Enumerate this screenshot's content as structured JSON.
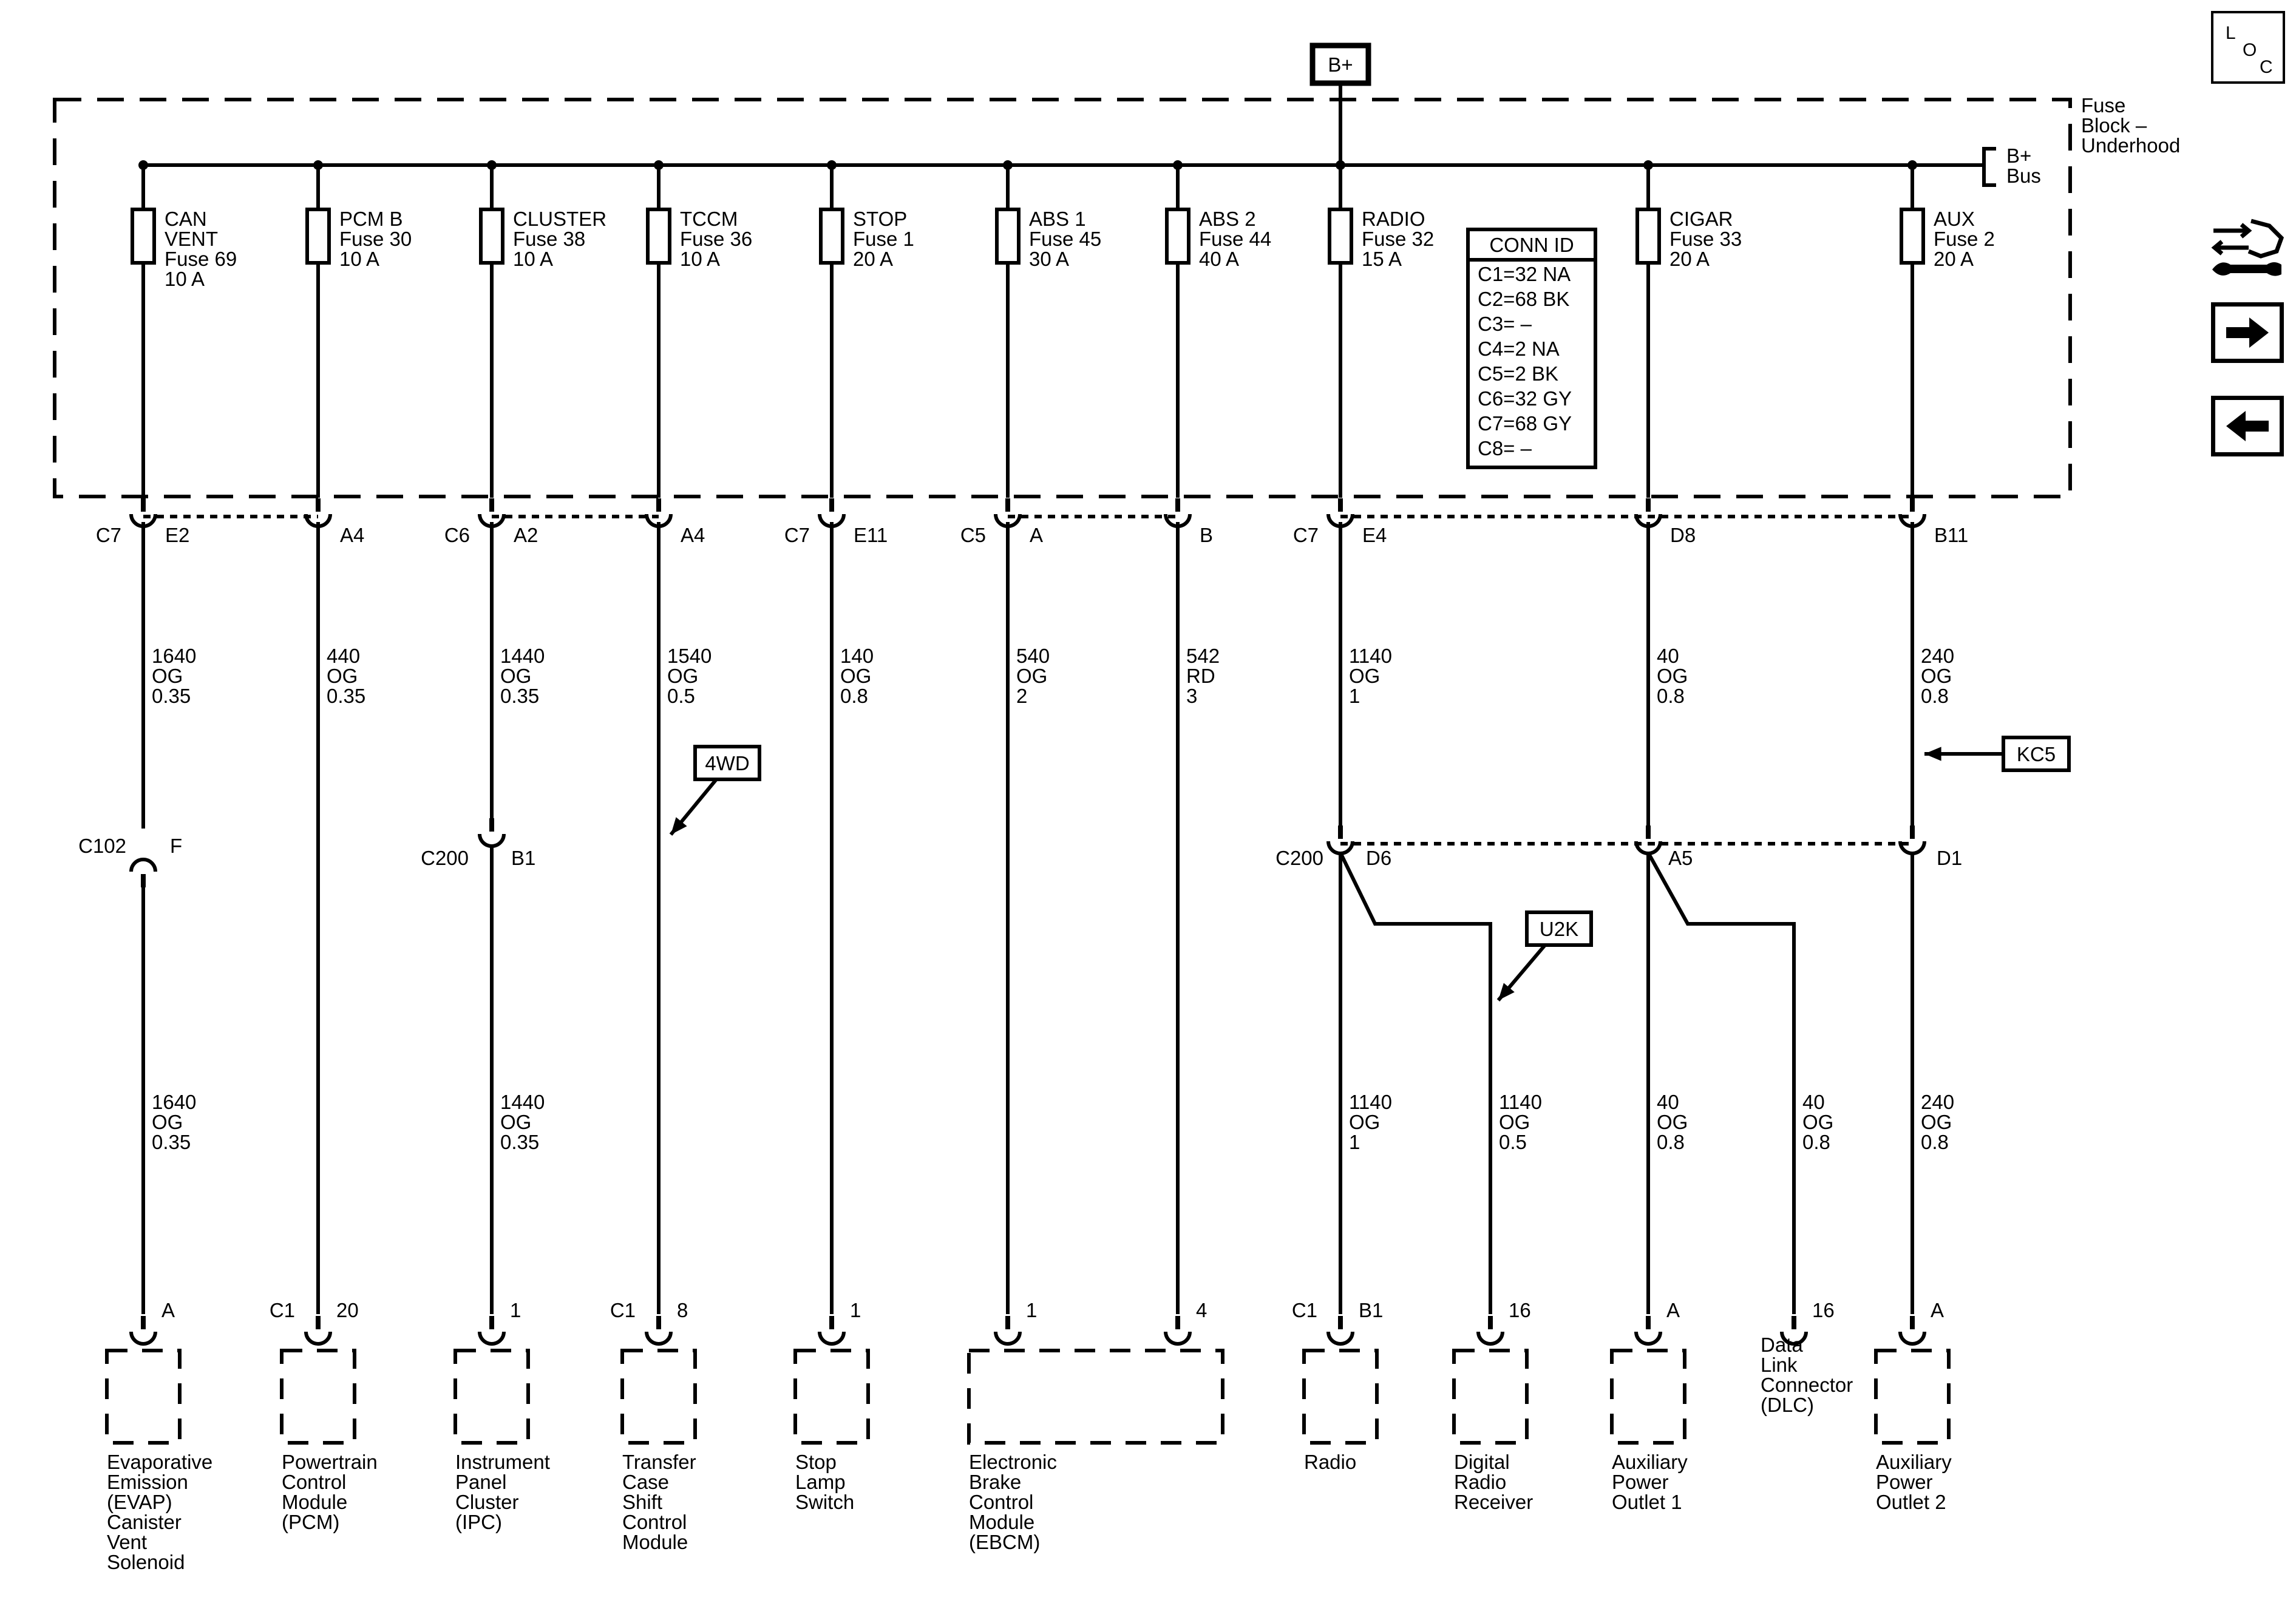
{
  "power_source": "B+",
  "fuse_block": {
    "label": [
      "Fuse",
      "Block –",
      "Underhood"
    ],
    "bus": [
      "B+",
      "Bus"
    ]
  },
  "conn_id": {
    "title": "CONN ID",
    "rows": [
      "C1=32 NA",
      "C2=68 BK",
      "C3= –",
      "C4=2 NA",
      "C5=2 BK",
      "C6=32 GY",
      "C7=68 GY",
      "C8= –"
    ]
  },
  "fuses": [
    {
      "lines": [
        "CAN",
        "VENT",
        "Fuse 69",
        "10 A"
      ]
    },
    {
      "lines": [
        "PCM B",
        "Fuse 30",
        "10 A"
      ]
    },
    {
      "lines": [
        "CLUSTER",
        "Fuse 38",
        "10 A"
      ]
    },
    {
      "lines": [
        "TCCM",
        "Fuse 36",
        "10 A"
      ]
    },
    {
      "lines": [
        "STOP",
        "Fuse 1",
        "20 A"
      ]
    },
    {
      "lines": [
        "ABS 1",
        "Fuse 45",
        "30 A"
      ]
    },
    {
      "lines": [
        "ABS 2",
        "Fuse 44",
        "40 A"
      ]
    },
    {
      "lines": [
        "RADIO",
        "Fuse 32",
        "15 A"
      ]
    },
    {
      "lines": [
        "CIGAR",
        "Fuse 33",
        "20 A"
      ]
    },
    {
      "lines": [
        "AUX",
        "Fuse 2",
        "20 A"
      ]
    }
  ],
  "fuse_block_pins": [
    {
      "conn": "C7",
      "pin": "E2"
    },
    {
      "conn": "",
      "pin": "A4"
    },
    {
      "conn": "C6",
      "pin": "A2"
    },
    {
      "conn": "",
      "pin": "A4"
    },
    {
      "conn": "C7",
      "pin": "E11"
    },
    {
      "conn": "C5",
      "pin": "A"
    },
    {
      "conn": "",
      "pin": "B"
    },
    {
      "conn": "C7",
      "pin": "E4"
    },
    {
      "conn": "",
      "pin": "D8"
    },
    {
      "conn": "",
      "pin": "B11"
    }
  ],
  "upper_wires": [
    [
      "1640",
      "OG",
      "0.35"
    ],
    [
      "440",
      "OG",
      "0.35"
    ],
    [
      "1440",
      "OG",
      "0.35"
    ],
    [
      "1540",
      "OG",
      "0.5"
    ],
    [
      "140",
      "OG",
      "0.8"
    ],
    [
      "540",
      "OG",
      "2"
    ],
    [
      "542",
      "RD",
      "3"
    ],
    [
      "1140",
      "OG",
      "1"
    ],
    [
      "40",
      "OG",
      "0.8"
    ],
    [
      "240",
      "OG",
      "0.8"
    ]
  ],
  "inline_connectors": [
    {
      "conn": "C102",
      "pin": "F"
    },
    {
      "conn": "C200",
      "pin": "B1"
    },
    {
      "conn": "C200",
      "pin": "D6"
    },
    {
      "conn": "",
      "pin": "A5"
    },
    {
      "conn": "",
      "pin": "D1"
    }
  ],
  "lower_wires": [
    [
      "1640",
      "OG",
      "0.35"
    ],
    [
      "1440",
      "OG",
      "0.35"
    ],
    [
      "1140",
      "OG",
      "1"
    ],
    [
      "1140",
      "OG",
      "0.5"
    ],
    [
      "40",
      "OG",
      "0.8"
    ],
    [
      "40",
      "OG",
      "0.8"
    ],
    [
      "240",
      "OG",
      "0.8"
    ]
  ],
  "options": [
    "4WD",
    "U2K",
    "KC5"
  ],
  "components": [
    {
      "conn": "",
      "pins": [
        "A"
      ],
      "name": [
        "Evaporative",
        "Emission",
        "(EVAP)",
        "Canister",
        "Vent",
        "Solenoid"
      ]
    },
    {
      "conn": "C1",
      "pins": [
        "20"
      ],
      "name": [
        "Powertrain",
        "Control",
        "Module",
        "(PCM)"
      ]
    },
    {
      "conn": "",
      "pins": [
        "1"
      ],
      "name": [
        "Instrument",
        "Panel",
        "Cluster",
        "(IPC)"
      ]
    },
    {
      "conn": "C1",
      "pins": [
        "8"
      ],
      "name": [
        "Transfer",
        "Case",
        "Shift",
        "Control",
        "Module"
      ]
    },
    {
      "conn": "",
      "pins": [
        "1"
      ],
      "name": [
        "Stop",
        "Lamp",
        "Switch"
      ]
    },
    {
      "conn": "",
      "pins": [
        "1",
        "4"
      ],
      "name": [
        "Electronic",
        "Brake",
        "Control",
        "Module",
        "(EBCM)"
      ]
    },
    {
      "conn": "C1",
      "pins": [
        "B1"
      ],
      "name": [
        "Radio"
      ]
    },
    {
      "conn": "",
      "pins": [
        "16"
      ],
      "name": [
        "Digital",
        "Radio",
        "Receiver"
      ]
    },
    {
      "conn": "",
      "pins": [
        "A"
      ],
      "name": [
        "Auxiliary",
        "Power",
        "Outlet 1"
      ]
    },
    {
      "conn": "",
      "pins": [
        "16"
      ],
      "name": [
        "Data",
        "Link",
        "Connector",
        "(DLC)"
      ]
    },
    {
      "conn": "",
      "pins": [
        "A"
      ],
      "name": [
        "Auxiliary",
        "Power",
        "Outlet 2"
      ]
    }
  ],
  "nav": {
    "loc": [
      "L",
      "O",
      "C"
    ],
    "icons": [
      "loc-icon",
      "tools-icon",
      "arrow-right-icon",
      "arrow-left-icon"
    ]
  }
}
